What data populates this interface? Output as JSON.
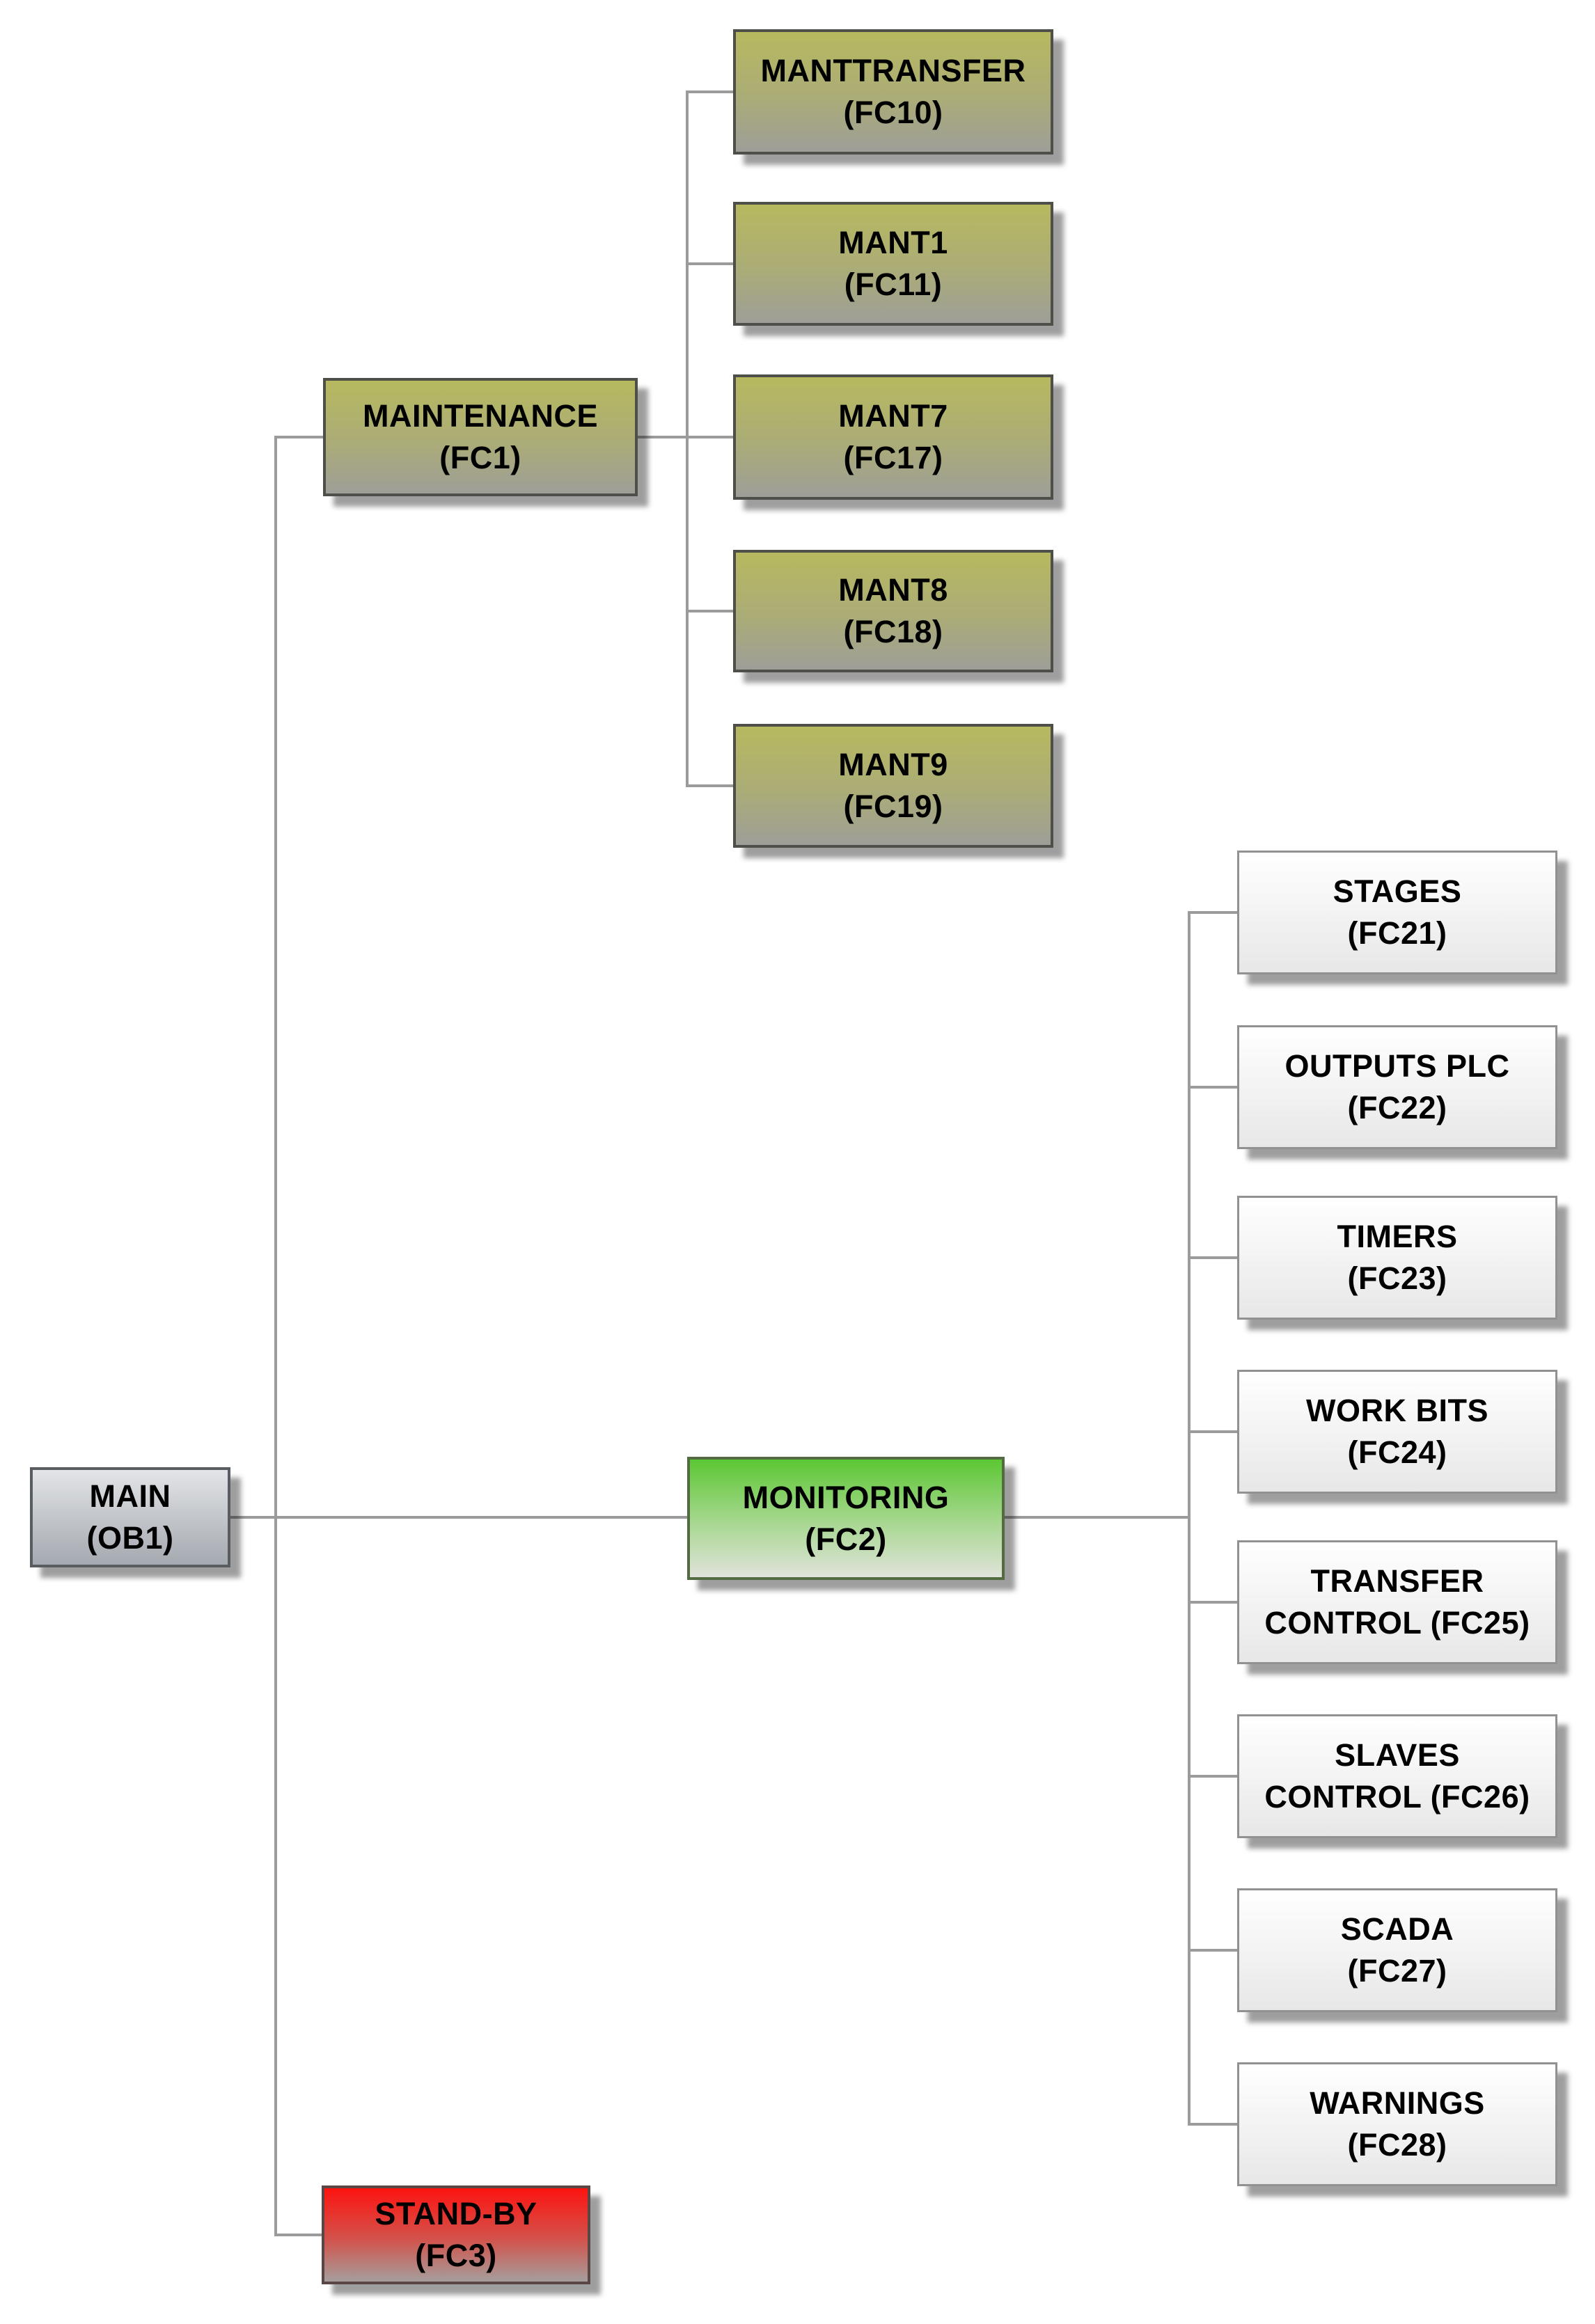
{
  "colors": {
    "connector_line": "#9b9b9b",
    "root_gradient_top": "#e3e5e8",
    "root_gradient_bottom": "#a5aab1",
    "maintenance_gradient_top": "#b7b95f",
    "maintenance_gradient_bottom": "#9e9e98",
    "monitoring_gradient_top": "#5cc733",
    "monitoring_gradient_bottom": "#e0e3da",
    "standby_gradient_top": "#fd1310",
    "standby_gradient_bottom": "#a59e9c",
    "child_gradient_top": "#ffffff",
    "child_gradient_bottom": "#e7e7e7",
    "text": "#000000"
  },
  "nodes": {
    "main": {
      "title": "MAIN",
      "subtitle": "(OB1)"
    },
    "maintenance": {
      "title": "MAINTENANCE",
      "subtitle": "(FC1)"
    },
    "monitoring": {
      "title": "MONITORING",
      "subtitle": "(FC2)"
    },
    "standby": {
      "title": "STAND-BY",
      "subtitle": "(FC3)"
    },
    "manttransfer": {
      "title": "MANTTRANSFER",
      "subtitle": "(FC10)"
    },
    "mant1": {
      "title": "MANT1",
      "subtitle": "(FC11)"
    },
    "mant7": {
      "title": "MANT7",
      "subtitle": "(FC17)"
    },
    "mant8": {
      "title": "MANT8",
      "subtitle": "(FC18)"
    },
    "mant9": {
      "title": "MANT9",
      "subtitle": "(FC19)"
    },
    "stages": {
      "title": "STAGES",
      "subtitle": "(FC21)"
    },
    "outputs_plc": {
      "title": "OUTPUTS PLC",
      "subtitle": "(FC22)"
    },
    "timers": {
      "title": "TIMERS",
      "subtitle": "(FC23)"
    },
    "work_bits": {
      "title": "WORK BITS",
      "subtitle": "(FC24)"
    },
    "transfer_control": {
      "title": "TRANSFER",
      "subtitle": "CONTROL (FC25)"
    },
    "slaves_control": {
      "title": "SLAVES",
      "subtitle": "CONTROL (FC26)"
    },
    "scada": {
      "title": "SCADA",
      "subtitle": "(FC27)"
    },
    "warnings": {
      "title": "WARNINGS",
      "subtitle": "(FC28)"
    }
  },
  "edges": [
    {
      "from": "MAIN (OB1)",
      "to": "MAINTENANCE (FC1)"
    },
    {
      "from": "MAIN (OB1)",
      "to": "MONITORING (FC2)"
    },
    {
      "from": "MAIN (OB1)",
      "to": "STAND-BY (FC3)"
    },
    {
      "from": "MAINTENANCE (FC1)",
      "to": "MANTTRANSFER (FC10)"
    },
    {
      "from": "MAINTENANCE (FC1)",
      "to": "MANT1 (FC11)"
    },
    {
      "from": "MAINTENANCE (FC1)",
      "to": "MANT7 (FC17)"
    },
    {
      "from": "MAINTENANCE (FC1)",
      "to": "MANT8 (FC18)"
    },
    {
      "from": "MAINTENANCE (FC1)",
      "to": "MANT9 (FC19)"
    },
    {
      "from": "MONITORING (FC2)",
      "to": "STAGES (FC21)"
    },
    {
      "from": "MONITORING (FC2)",
      "to": "OUTPUTS PLC (FC22)"
    },
    {
      "from": "MONITORING (FC2)",
      "to": "TIMERS (FC23)"
    },
    {
      "from": "MONITORING (FC2)",
      "to": "WORK BITS (FC24)"
    },
    {
      "from": "MONITORING (FC2)",
      "to": "TRANSFER CONTROL (FC25)"
    },
    {
      "from": "MONITORING (FC2)",
      "to": "SLAVES CONTROL (FC26)"
    },
    {
      "from": "MONITORING (FC2)",
      "to": "SCADA (FC27)"
    },
    {
      "from": "MONITORING (FC2)",
      "to": "WARNINGS (FC28)"
    }
  ]
}
